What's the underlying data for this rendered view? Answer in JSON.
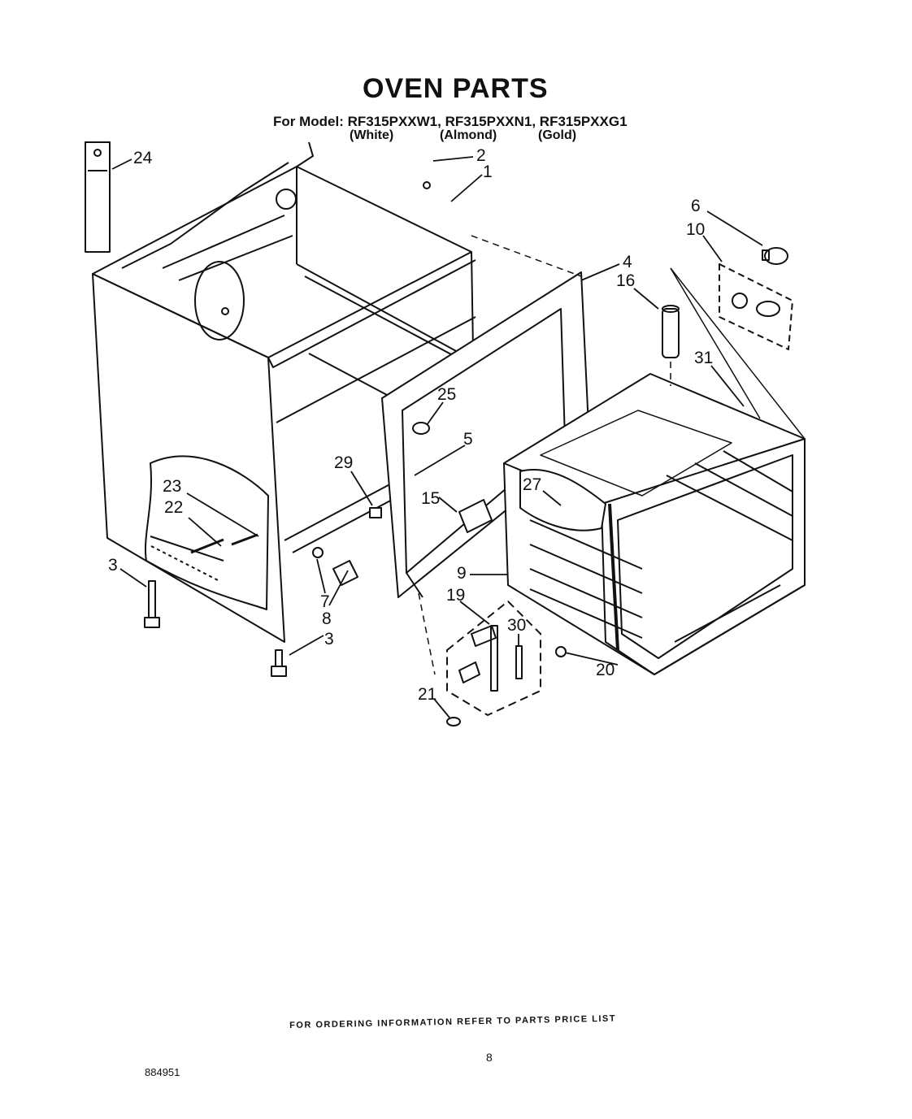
{
  "title": "OVEN PARTS",
  "models_line": "For Model: RF315PXXW1, RF315PXXN1, RF315PXXG1",
  "colors": [
    "(White)",
    "(Almond)",
    "(Gold)"
  ],
  "part_labels": [
    "24",
    "2",
    "1",
    "6",
    "10",
    "4",
    "16",
    "31",
    "25",
    "5",
    "29",
    "23",
    "22",
    "15",
    "27",
    "3",
    "7",
    "8",
    "9",
    "19",
    "30",
    "3",
    "20",
    "21"
  ],
  "footer_text": "FOR ORDERING INFORMATION REFER TO PARTS PRICE LIST",
  "page_number": "8",
  "document_code": "884951"
}
